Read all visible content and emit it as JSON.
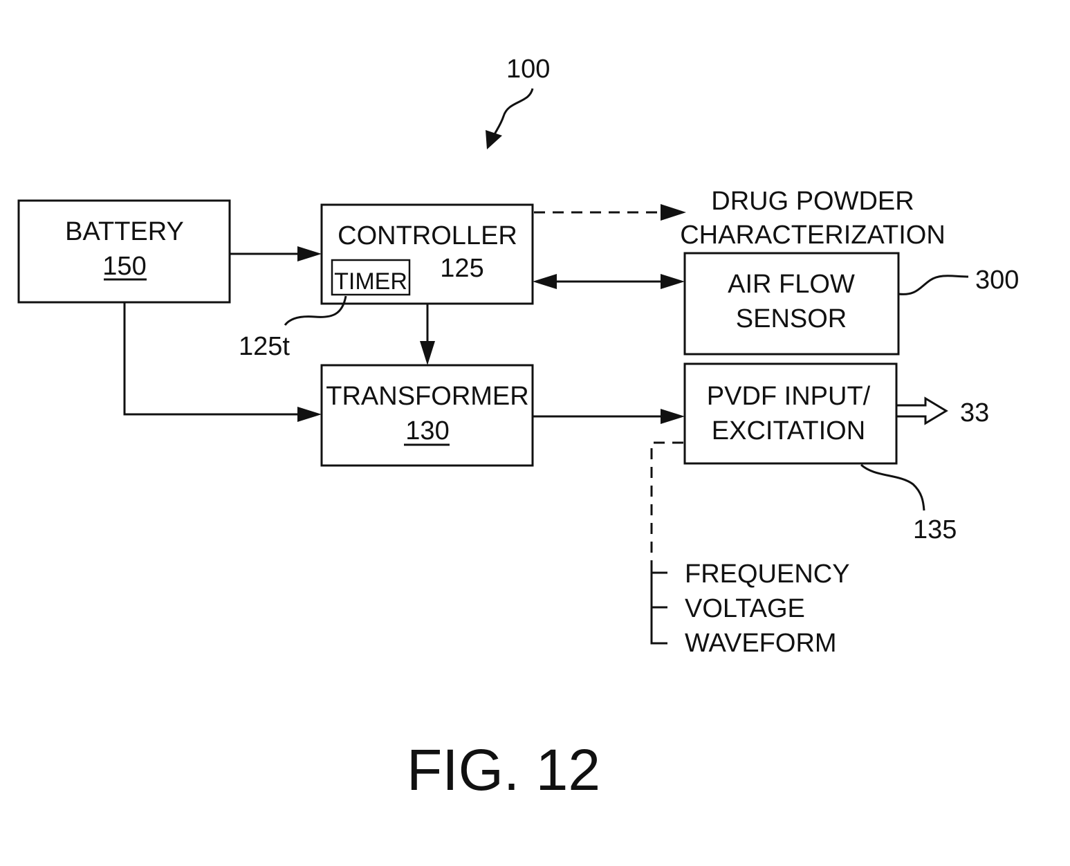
{
  "figure": {
    "reference": "100",
    "caption": "FIG. 12"
  },
  "blocks": {
    "battery": {
      "name": "BATTERY",
      "ref": "150"
    },
    "controller": {
      "name": "CONTROLLER",
      "ref": "125",
      "timer": "TIMER",
      "timer_ref": "125t"
    },
    "transformer": {
      "name": "TRANSFORMER",
      "ref": "130"
    },
    "air_flow_sensor": {
      "line1": "AIR FLOW",
      "line2": "SENSOR",
      "ref": "300"
    },
    "pvdf": {
      "line1": "PVDF INPUT/",
      "line2": "EXCITATION",
      "ref": "135",
      "output_ref": "33"
    }
  },
  "drug_powder": {
    "line1": "DRUG POWDER",
    "line2": "CHARACTERIZATION"
  },
  "parameters": [
    "FREQUENCY",
    "VOLTAGE",
    "WAVEFORM"
  ]
}
